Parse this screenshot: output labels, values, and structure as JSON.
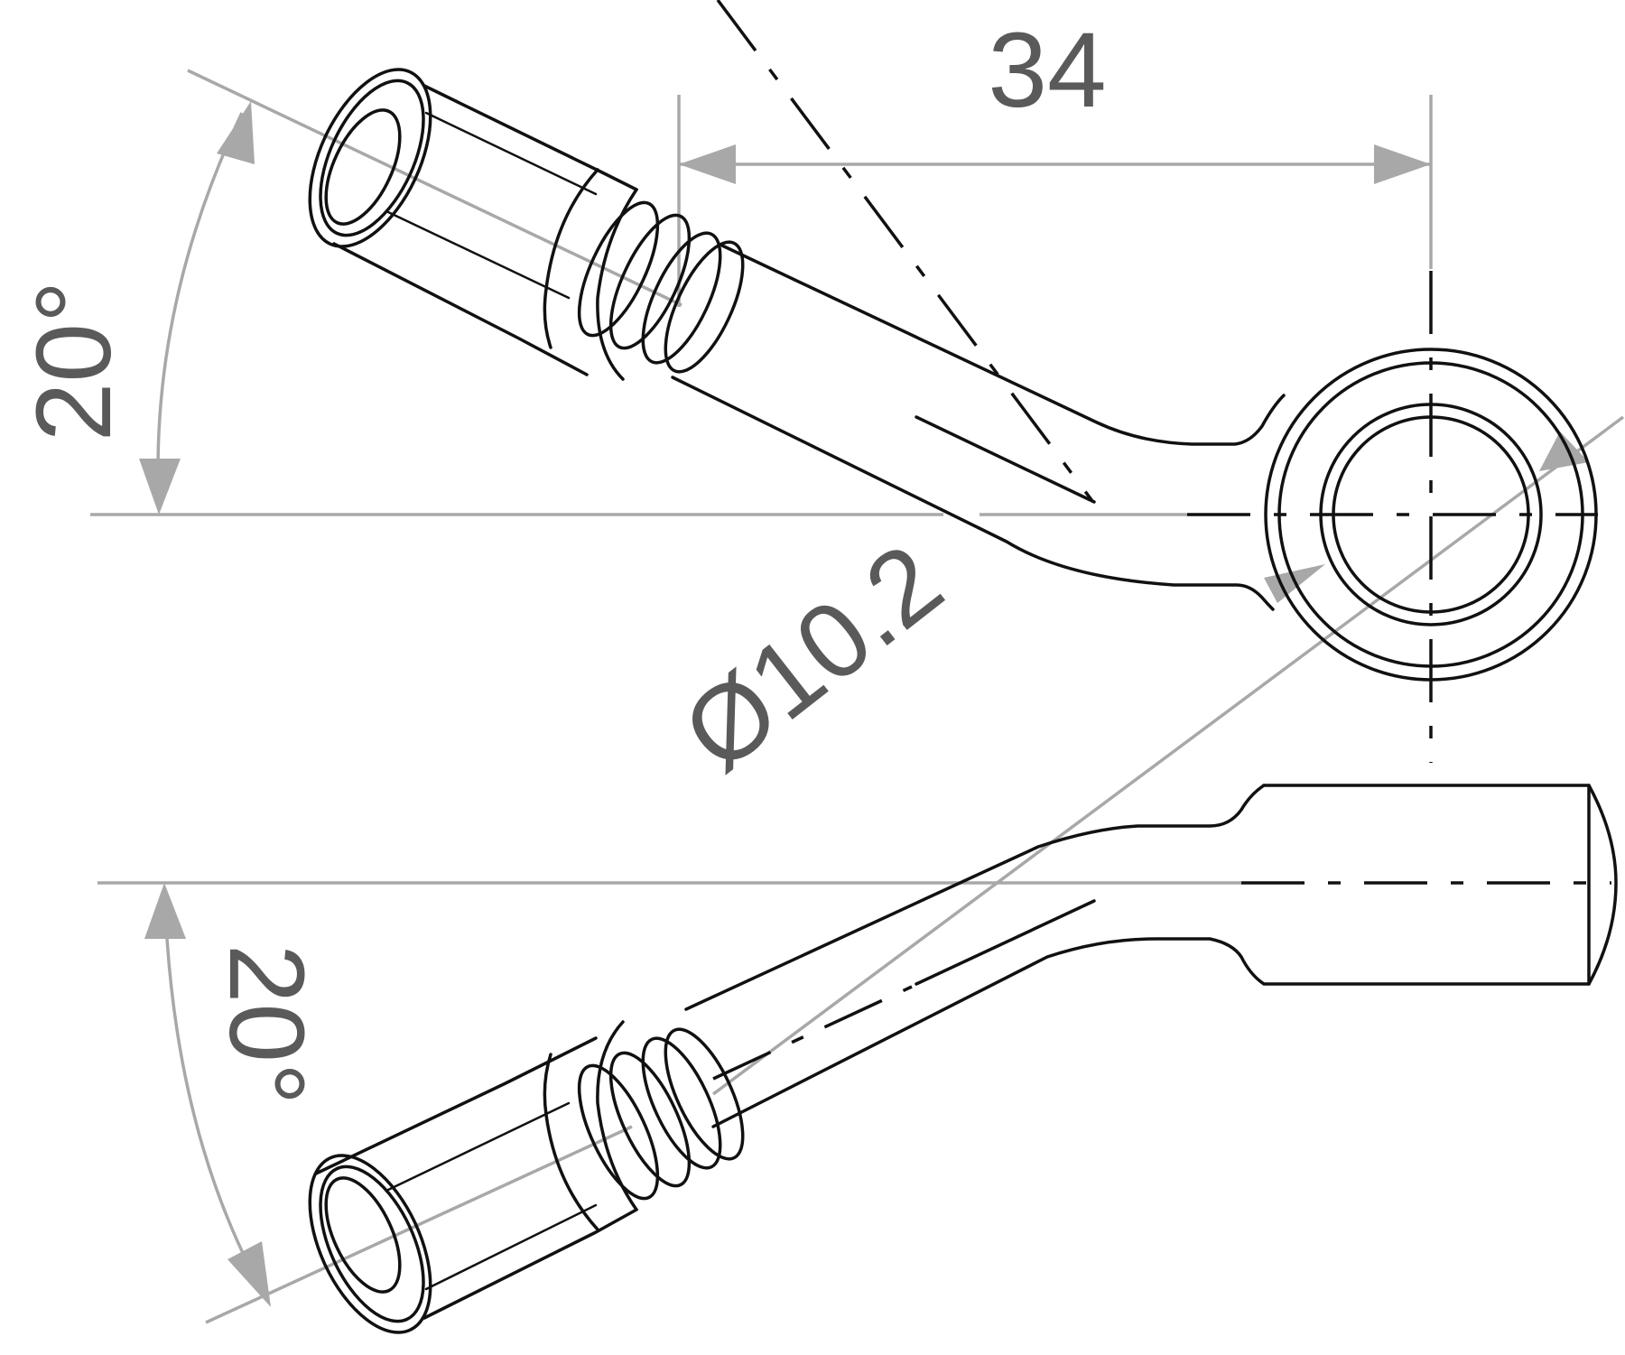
{
  "dimensions": {
    "length_label": "34",
    "angle_top_label": "20°",
    "angle_bottom_label": "20°",
    "diameter_label": "Ø10.2"
  },
  "colors": {
    "part_stroke": "#111111",
    "dimension_stroke": "#a8a8a8",
    "dimension_text": "#5a5a5a",
    "background": "#ffffff"
  }
}
